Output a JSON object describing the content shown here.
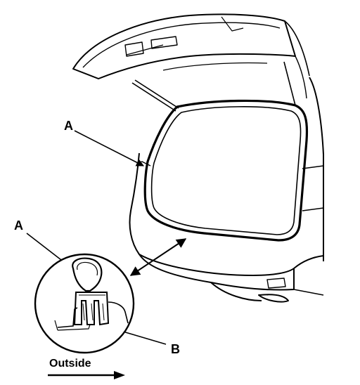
{
  "labels": {
    "a_upper": "A",
    "a_detail": "A",
    "b_detail": "B",
    "outside": "Outside"
  },
  "colors": {
    "ink": "#000000",
    "paper": "#ffffff"
  },
  "icons": {
    "direction": "arrow-right-icon"
  }
}
